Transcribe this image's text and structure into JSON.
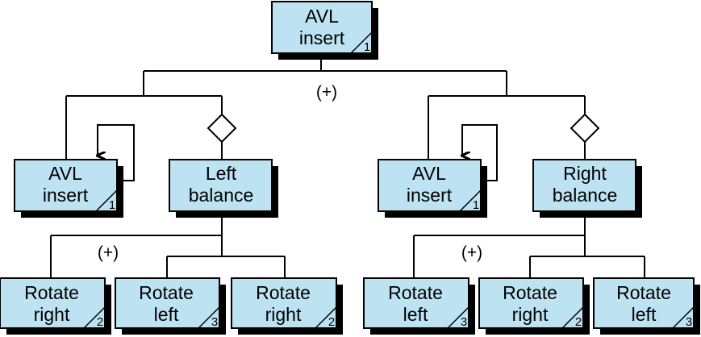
{
  "root": {
    "line1": "AVL",
    "line2": "insert",
    "num": "1"
  },
  "left_branch": {
    "plus": "(+)",
    "recursive": {
      "line1": "AVL",
      "line2": "insert",
      "num": "1"
    },
    "balance": {
      "line1": "Left",
      "line2": "balance"
    },
    "plus_sub": "(+)",
    "children": [
      {
        "line1": "Rotate",
        "line2": "right",
        "num": "2"
      },
      {
        "line1": "Rotate",
        "line2": "left",
        "num": "3"
      },
      {
        "line1": "Rotate",
        "line2": "right",
        "num": "2"
      }
    ]
  },
  "right_branch": {
    "recursive": {
      "line1": "AVL",
      "line2": "insert",
      "num": "1"
    },
    "balance": {
      "line1": "Right",
      "line2": "balance"
    },
    "plus_sub": "(+)",
    "children": [
      {
        "line1": "Rotate",
        "line2": "left",
        "num": "3"
      },
      {
        "line1": "Rotate",
        "line2": "right",
        "num": "2"
      },
      {
        "line1": "Rotate",
        "line2": "left",
        "num": "3"
      }
    ]
  },
  "colors": {
    "box_fill": "#bde3f2",
    "stroke": "#000000",
    "background": "#ffffff"
  }
}
